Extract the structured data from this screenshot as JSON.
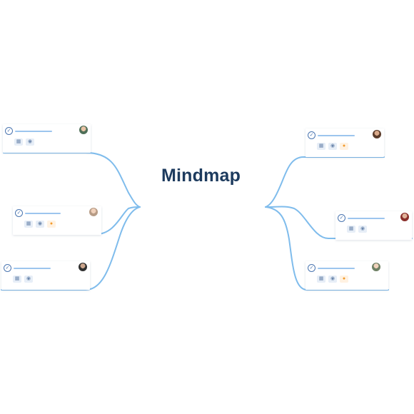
{
  "title": "Mindmap",
  "colors": {
    "connector": "#7fbcec",
    "title": "#1d3b5e",
    "check": "#4b76b0",
    "bar": "#9cc5ee",
    "chip_bg": "#e7eef7",
    "bell": "#f39a2a"
  },
  "nodes": [
    {
      "side": "left",
      "icons": [
        "check-circle-icon",
        "calendar-icon",
        "eye-icon"
      ],
      "avatar": "avatar-1"
    },
    {
      "side": "left",
      "icons": [
        "check-circle-icon",
        "calendar-icon",
        "eye-icon",
        "bell-icon"
      ],
      "avatar": "avatar-2"
    },
    {
      "side": "left",
      "icons": [
        "check-circle-icon",
        "calendar-icon",
        "eye-icon"
      ],
      "avatar": "avatar-3"
    },
    {
      "side": "right",
      "icons": [
        "check-circle-icon",
        "calendar-icon",
        "eye-icon",
        "bell-icon"
      ],
      "avatar": "avatar-4"
    },
    {
      "side": "right",
      "icons": [
        "check-circle-icon",
        "calendar-icon",
        "eye-icon"
      ],
      "avatar": "avatar-5"
    },
    {
      "side": "right",
      "icons": [
        "check-circle-icon",
        "calendar-icon",
        "eye-icon",
        "bell-icon"
      ],
      "avatar": "avatar-6"
    }
  ]
}
